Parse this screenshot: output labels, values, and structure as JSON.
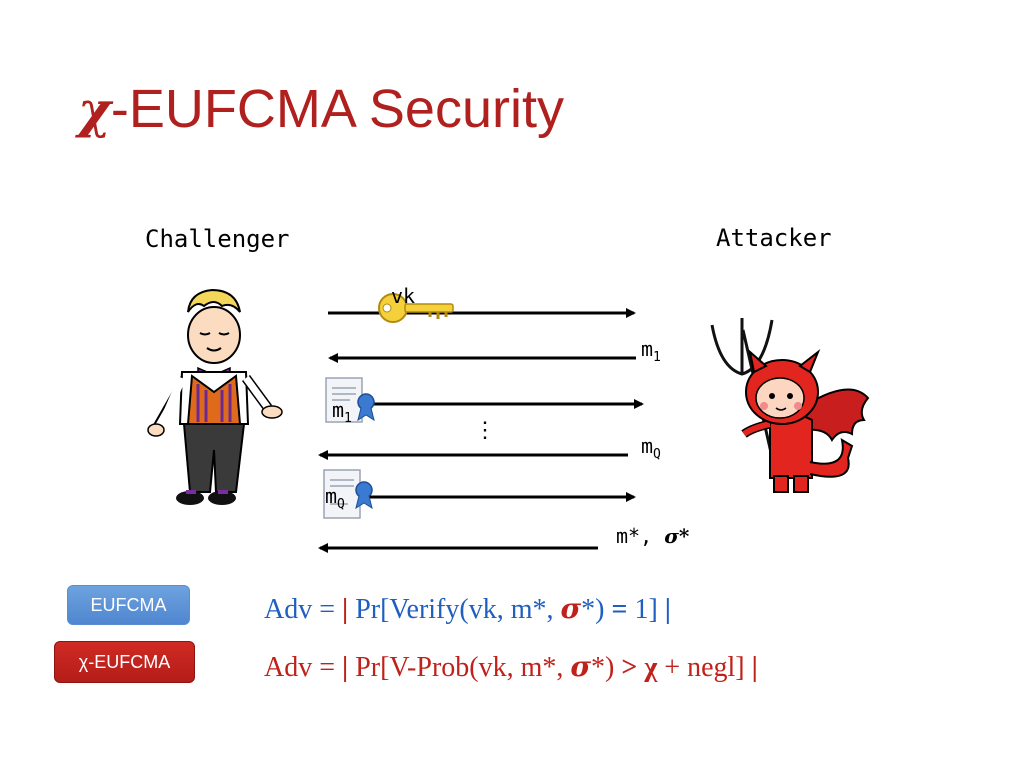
{
  "slide": {
    "title_prefix": "χ",
    "title_rest": "-EUFCMA Security"
  },
  "parties": {
    "challenger": "Challenger",
    "attacker": "Attacker"
  },
  "messages": {
    "vk": "vk",
    "m1_query": "m",
    "m1_sub": "1",
    "m1_sig": "m",
    "m1_sig_sub": "1",
    "ellipsis": "⋮",
    "mq_query": "m",
    "mq_sub": "Q",
    "mq_sig": "m",
    "mq_sig_sub": "Q",
    "forgery_m": "m*",
    "forgery_sep": ",",
    "forgery_sigma": "σ*"
  },
  "badges": {
    "eufcma": "EUFCMA",
    "chi_eufcma": "χ-EUFCMA"
  },
  "formulas": {
    "eufcma": {
      "adv": "Adv = ",
      "bar_open": "|",
      "pr_open": " Pr[Verify(vk, m*, ",
      "sigma": "σ",
      "after_sigma": "*) ",
      "eq": "=",
      "tail": " 1] ",
      "bar_close": "|"
    },
    "chi": {
      "adv": "Adv = ",
      "bar_open": "|",
      "pr_open": " Pr[V-Prob(vk, m*, ",
      "sigma": "σ",
      "after_sigma": "*) ",
      "gt": ">",
      "chi": " χ",
      "tail": " + negl] ",
      "bar_close": "|"
    }
  },
  "colors": {
    "title": "#b0201e",
    "eufcma_badge": "#5a8ed0",
    "chi_badge": "#c0211a",
    "formula_blue": "#1f5fbf",
    "formula_red": "#c0211a"
  }
}
